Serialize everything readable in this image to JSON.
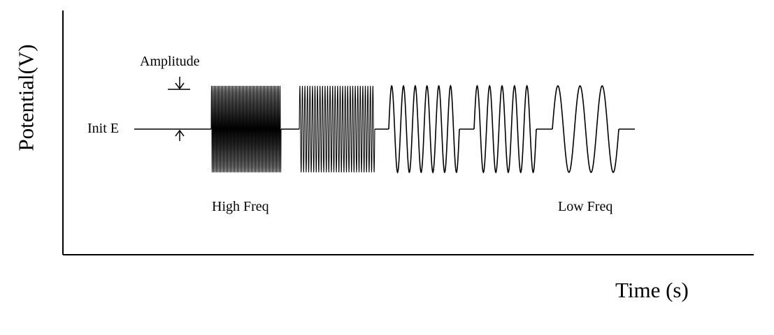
{
  "diagram": {
    "y_axis_label": "Potential(V)",
    "x_axis_label": "Time (s)",
    "amplitude_label": "Amplitude",
    "init_label": "Init E",
    "high_freq_label": "High Freq",
    "low_freq_label": "Low Freq",
    "bursts": [
      {
        "cycles": 50
      },
      {
        "cycles": 30
      },
      {
        "cycles": 6
      },
      {
        "cycles": 5
      },
      {
        "cycles": 3
      }
    ],
    "colors": {
      "ink": "#000000",
      "background": "#ffffff"
    }
  }
}
